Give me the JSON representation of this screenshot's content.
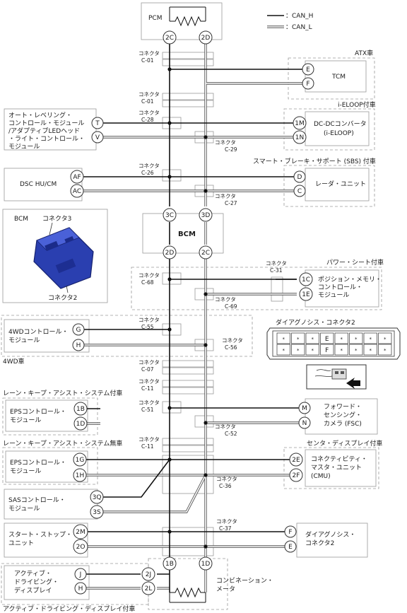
{
  "legend": {
    "can_h": "：CAN_H",
    "can_l": "：CAN_L"
  },
  "connector_word": "コネクタ",
  "connectors": {
    "c01": "C-01",
    "c28": "C-28",
    "c29": "C-29",
    "c26": "C-26",
    "c27": "C-27",
    "c68": "C-68",
    "c69": "C-69",
    "c31": "C-31",
    "c55": "C-55",
    "c56": "C-56",
    "c07": "C-07",
    "c11": "C-11",
    "c51": "C-51",
    "c52": "C-52",
    "c36": "C-36",
    "c37": "C-37"
  },
  "groups": {
    "atx": "ATX車",
    "ieloop": "i-ELOOP付車",
    "sbs": "スマート・ブレーキ・サポート (SBS) 付車",
    "power_seat": "パワー・シート付車",
    "fourwd": "4WD車",
    "lkas": "レーン・キープ・アシスト・システム付車",
    "no_lkas": "レーン・キープ・アシスト・システム無車",
    "center_display": "センタ・ディスプレイ付車",
    "ads": "アクティブ・ドライビング・ディスプレイ付車"
  },
  "modules": {
    "pcm": "PCM",
    "tcm": "TCM",
    "dcdc": [
      "DC-DCコンバータ",
      "(i-ELOOP)"
    ],
    "headlight": [
      "オート・レベリング・",
      "コントロール・モジュール",
      "/アダプティブLEDヘッド",
      "・ライト・コントロール・",
      "モジュール"
    ],
    "dsc": "DSC HU/CM",
    "radar": "レーダ・ユニット",
    "bcm": "BCM",
    "bcm_photo": {
      "title": "BCM",
      "conn3": "コネクタ3",
      "conn2": "コネクタ2"
    },
    "seat": [
      "ポジション・メモリ・",
      "コントロール・",
      "モジュール"
    ],
    "fourwd_cm": [
      "4WDコントロール・",
      "モジュール"
    ],
    "eps1": [
      "EPSコントロール・",
      "モジュール"
    ],
    "fsc": [
      "フォワード・",
      "センシング・",
      "カメラ (FSC)"
    ],
    "eps2": [
      "EPSコントロール・",
      "モジュール"
    ],
    "cmu": [
      "コネクティビティ・",
      "マスタ・ユニット",
      "(CMU)"
    ],
    "sas": [
      "SASコントロール・",
      "モジュール"
    ],
    "start_stop": [
      "スタート・ストップ・",
      "ユニット"
    ],
    "diag": [
      "ダイアグノシス・",
      "コネクタ2"
    ],
    "ads": [
      "アクティブ・",
      "ドライビング・",
      "ディスプレイ"
    ],
    "meter": [
      "コンビネーション・",
      "メータ"
    ]
  },
  "diag_connector": {
    "title": "ダイアグノシス・コネクタ2",
    "top_row": [
      "*",
      "*",
      "*",
      "E",
      "*",
      "*",
      "*",
      "*"
    ],
    "bottom_row": [
      "*",
      "*",
      "*",
      "F",
      "*",
      "*",
      "*",
      "*"
    ]
  },
  "pins": {
    "pcm_h": "2C",
    "pcm_l": "2D",
    "tcm_h": "E",
    "tcm_l": "F",
    "dcdc_h": "1M",
    "dcdc_l": "1N",
    "hl_h": "T",
    "hl_l": "V",
    "dsc_h": "AF",
    "dsc_l": "AC",
    "radar_h": "D",
    "radar_l": "C",
    "bcm_top_h": "3C",
    "bcm_top_l": "3D",
    "bcm_bot_h": "2D",
    "bcm_bot_l": "2C",
    "seat_h": "1C",
    "seat_l": "1E",
    "fwd_h": "G",
    "fwd_l": "H",
    "eps1_h": "1B",
    "eps1_l": "1D",
    "fsc_h": "M",
    "fsc_l": "N",
    "eps2_h": "1G",
    "eps2_l": "1H",
    "cmu_h": "2E",
    "cmu_l": "2F",
    "sas_h": "3Q",
    "sas_l": "3S",
    "ss_h": "2M",
    "ss_l": "2O",
    "diag_h": "F",
    "diag_l": "E",
    "ads_h": "J",
    "ads_l": "H",
    "meter_ads_h": "2J",
    "meter_ads_l": "2L",
    "meter_h": "1B",
    "meter_l": "1D"
  }
}
